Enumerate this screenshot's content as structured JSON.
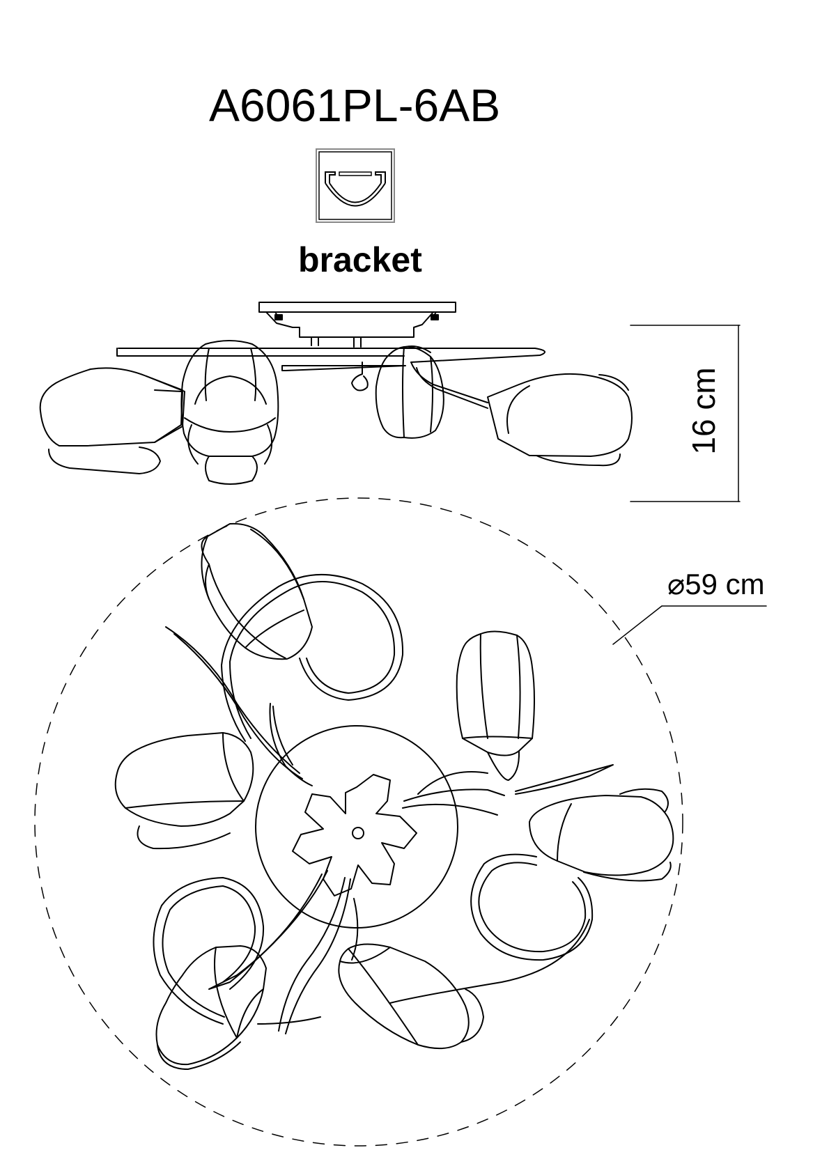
{
  "model": "A6061PL-6AB",
  "bracket": {
    "label": "bracket"
  },
  "dimensions": {
    "height": "16 cm",
    "diameter": "⌀59 cm"
  }
}
